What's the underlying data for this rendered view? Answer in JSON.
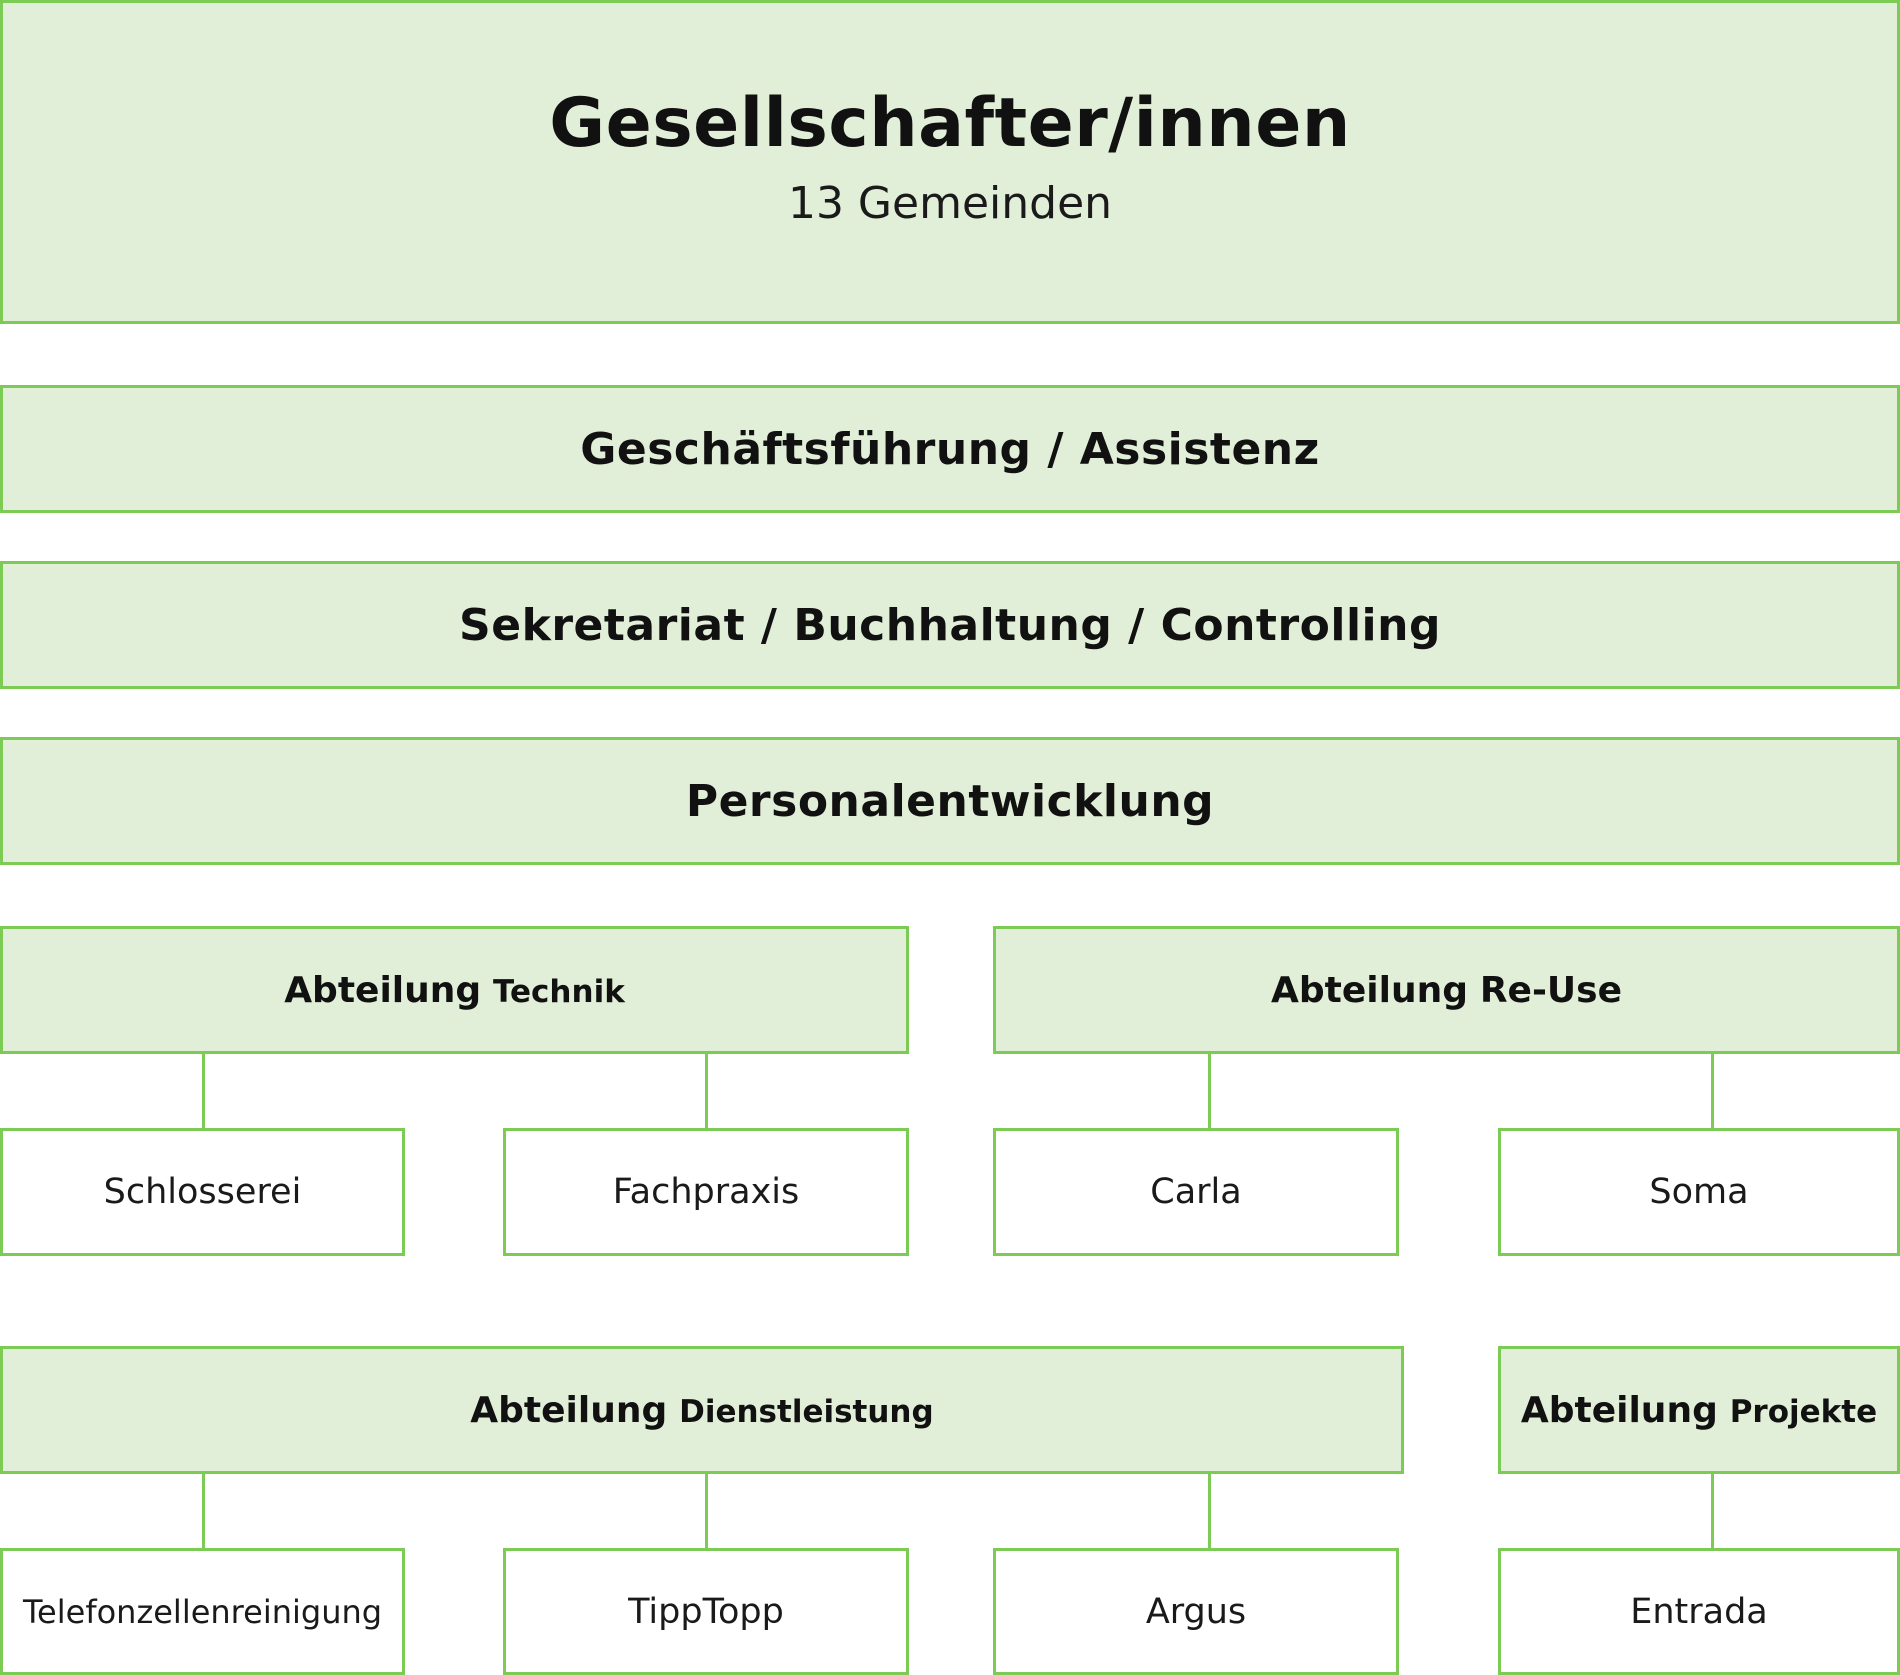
{
  "top": {
    "title": "Gesellschafter/innen",
    "subtitle": "13 Gemeinden"
  },
  "levels": {
    "geschaeftsfuehrung": "Geschäftsführung / Assistenz",
    "sekretariat": "Sekretariat / Buchhaltung / Controlling",
    "personal": "Personalentwicklung"
  },
  "departments": {
    "technik": {
      "prefix": "Abteilung",
      "name": "Technik"
    },
    "reuse": {
      "prefix": "Abteilung",
      "name": "Re-Use"
    },
    "dienst": {
      "prefix": "Abteilung",
      "name": "Dienstleistung"
    },
    "projekte": {
      "prefix": "Abteilung",
      "name": "Projekte"
    }
  },
  "units": {
    "schlosserei": "Schlosserei",
    "fachpraxis": "Fachpraxis",
    "carla": "Carla",
    "soma": "Soma",
    "telefon": "Telefonzellenreinigung",
    "tipptopp": "TippTopp",
    "argus": "Argus",
    "entrada": "Entrada"
  },
  "colors": {
    "border": "#7ccb55",
    "fill": "#e2efd8"
  }
}
